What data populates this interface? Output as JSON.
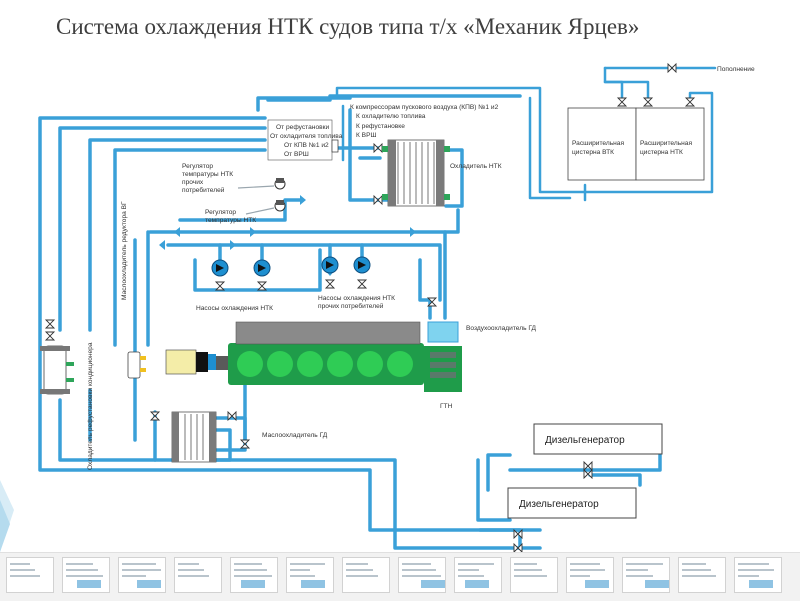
{
  "title": "Система охлаждения НТК судов типа т/х «Механик Ярцев»",
  "labels": {
    "replenish": "Пополнение",
    "tank_vtk": [
      "Расширительная",
      "цистерна ВТК"
    ],
    "tank_ntk": [
      "Расширительная",
      "цистерна НТК"
    ],
    "to_compressors": "К компрессорам пускового воздуха (КПВ) №1 и2",
    "to_fuel_cooler": "К охладителю топлива",
    "to_refrig": "К рефустановке",
    "to_vrsh": "К ВРШ",
    "from_refrig": "От рефустановки",
    "from_fuel_coolers": "От охладителя топлива",
    "from_kpv": "От КПВ №1 и2",
    "from_vrsh": "От ВРШ",
    "ntk_cooler": "Охладитель НТК",
    "regulator_other": [
      "Регулятор",
      "темпратуры НТК",
      "прочих",
      "потребителей"
    ],
    "regulator_ntk": [
      "Регулятор",
      "темпратуры НТК"
    ],
    "pumps_ntk": "Насосы охлаждения НТК",
    "pumps_other": [
      "Насосы охлаждения НТК",
      "прочих потребителей"
    ],
    "air_cooler": "Воздухоохладитель ГД",
    "gtn": "ГТН",
    "oil_cooler": "Маслоохладитель ГД",
    "reducer_cooler": "Маслоохладитель редуктора ВГ",
    "aircon_cooler": "Охладитель рефустановки кондиционера",
    "diesel_gen_1": "Дизельгенератор",
    "diesel_gen_2": "Дизельгенератор"
  },
  "colors": {
    "pipe": "#3aa0d8",
    "engine": "#1f9c4a",
    "engine_cylinder": "#2fcc55",
    "engine_top": "#8a8a8a",
    "generator": "#f4eda8",
    "pump": "#1e8fd0"
  },
  "thumbnails": 14
}
